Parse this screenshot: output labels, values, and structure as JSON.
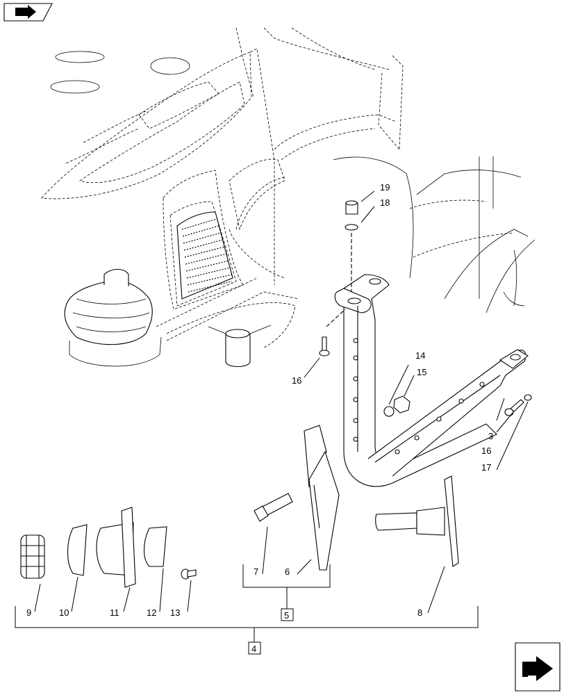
{
  "diagram": {
    "callouts": [
      {
        "id": "c19",
        "text": "19"
      },
      {
        "id": "c18",
        "text": "18"
      },
      {
        "id": "c14",
        "text": "14"
      },
      {
        "id": "c15",
        "text": "15"
      },
      {
        "id": "c16a",
        "text": "16"
      },
      {
        "id": "c3",
        "text": "3"
      },
      {
        "id": "c16b",
        "text": "16"
      },
      {
        "id": "c17",
        "text": "17"
      },
      {
        "id": "c7",
        "text": "7"
      },
      {
        "id": "c6",
        "text": "6"
      },
      {
        "id": "c8",
        "text": "8"
      },
      {
        "id": "c9",
        "text": "9"
      },
      {
        "id": "c10",
        "text": "10"
      },
      {
        "id": "c11",
        "text": "11"
      },
      {
        "id": "c12",
        "text": "12"
      },
      {
        "id": "c13",
        "text": "13"
      }
    ],
    "group_boxes": [
      {
        "id": "g5",
        "text": "5"
      },
      {
        "id": "g4",
        "text": "4"
      }
    ]
  }
}
